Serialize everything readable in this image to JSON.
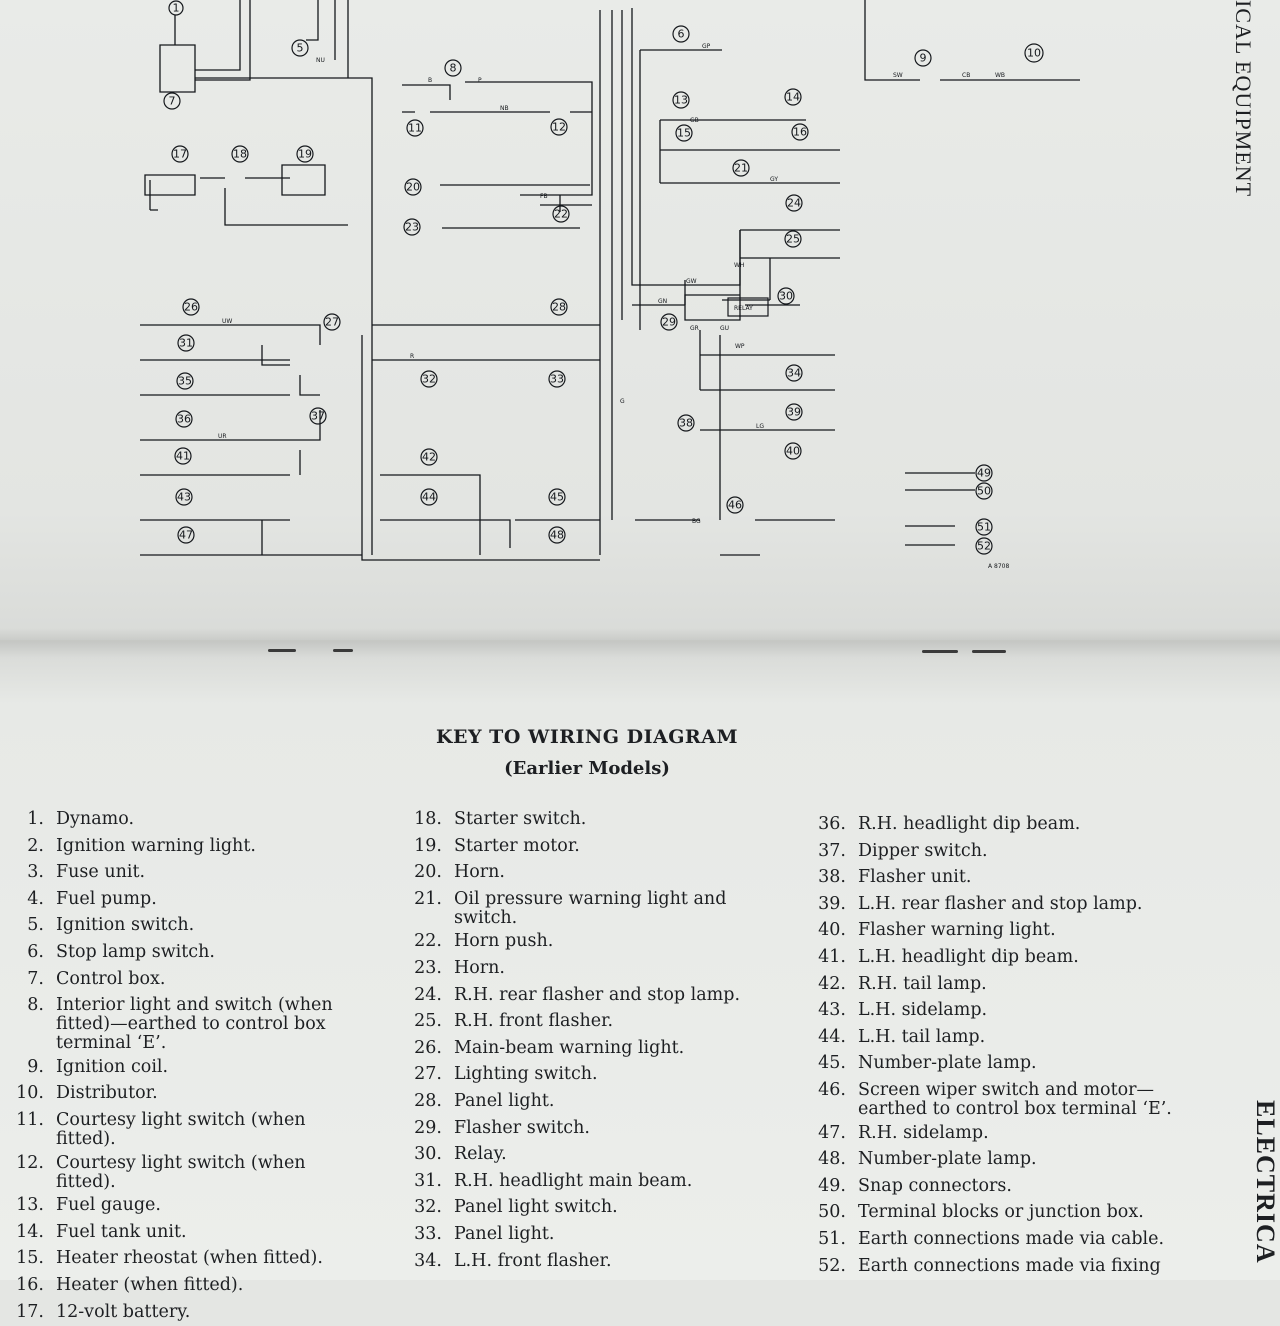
{
  "diagram": {
    "side_heading": "ICAL EQUIPMENT",
    "figure_code": "A 8708",
    "relay_label": "RELAY",
    "nodes": [
      "1",
      "5",
      "6",
      "7",
      "8",
      "9",
      "10",
      "11",
      "12",
      "13",
      "14",
      "15",
      "16",
      "17",
      "18",
      "19",
      "20",
      "21",
      "22",
      "23",
      "24",
      "25",
      "26",
      "27",
      "28",
      "29",
      "30",
      "31",
      "32",
      "33",
      "34",
      "35",
      "36",
      "37",
      "38",
      "39",
      "40",
      "41",
      "42",
      "43",
      "44",
      "45",
      "46",
      "47",
      "48",
      "49",
      "50",
      "51",
      "52"
    ],
    "wire_codes": [
      "B",
      "NU",
      "GP",
      "SW",
      "CB",
      "WB",
      "NB",
      "GB",
      "GY",
      "FB",
      "UW",
      "UR",
      "R",
      "GN",
      "GW",
      "LG",
      "WP",
      "WH",
      "GU",
      "GR",
      "BG",
      "G",
      "P"
    ]
  },
  "key": {
    "title": "KEY TO WIRING DIAGRAM",
    "subtitle": "(Earlier Models)",
    "side_heading": "ELECTRICA",
    "col1": [
      {
        "n": "1.",
        "t": "Dynamo."
      },
      {
        "n": "2.",
        "t": "Ignition warning light."
      },
      {
        "n": "3.",
        "t": "Fuse unit."
      },
      {
        "n": "4.",
        "t": "Fuel pump."
      },
      {
        "n": "5.",
        "t": "Ignition switch."
      },
      {
        "n": "6.",
        "t": "Stop lamp switch."
      },
      {
        "n": "7.",
        "t": "Control box."
      },
      {
        "n": "8.",
        "t": "Interior light and switch (when fitted)—earthed to control box terminal ‘E’."
      },
      {
        "n": "9.",
        "t": "Ignition coil."
      },
      {
        "n": "10.",
        "t": "Distributor."
      },
      {
        "n": "11.",
        "t": "Courtesy light switch (when fitted)."
      },
      {
        "n": "12.",
        "t": "Courtesy light switch (when fitted)."
      },
      {
        "n": "13.",
        "t": "Fuel gauge."
      },
      {
        "n": "14.",
        "t": "Fuel tank unit."
      },
      {
        "n": "15.",
        "t": "Heater rheostat (when fitted)."
      },
      {
        "n": "16.",
        "t": "Heater (when fitted)."
      },
      {
        "n": "17.",
        "t": "12-volt battery."
      }
    ],
    "col2": [
      {
        "n": "18.",
        "t": "Starter switch."
      },
      {
        "n": "19.",
        "t": "Starter motor."
      },
      {
        "n": "20.",
        "t": "Horn."
      },
      {
        "n": "21.",
        "t": "Oil pressure warning light and switch."
      },
      {
        "n": "22.",
        "t": "Horn push."
      },
      {
        "n": "23.",
        "t": "Horn."
      },
      {
        "n": "24.",
        "t": "R.H. rear flasher and stop lamp."
      },
      {
        "n": "25.",
        "t": "R.H. front flasher."
      },
      {
        "n": "26.",
        "t": "Main-beam warning light."
      },
      {
        "n": "27.",
        "t": "Lighting switch."
      },
      {
        "n": "28.",
        "t": "Panel light."
      },
      {
        "n": "29.",
        "t": "Flasher switch."
      },
      {
        "n": "30.",
        "t": "Relay."
      },
      {
        "n": "31.",
        "t": "R.H. headlight main beam."
      },
      {
        "n": "32.",
        "t": "Panel light switch."
      },
      {
        "n": "33.",
        "t": "Panel light."
      },
      {
        "n": "34.",
        "t": "L.H. front flasher."
      }
    ],
    "col3": [
      {
        "n": "36.",
        "t": "R.H. headlight dip beam."
      },
      {
        "n": "37.",
        "t": "Dipper switch."
      },
      {
        "n": "38.",
        "t": "Flasher unit."
      },
      {
        "n": "39.",
        "t": "L.H. rear flasher and stop lamp."
      },
      {
        "n": "40.",
        "t": "Flasher warning light."
      },
      {
        "n": "41.",
        "t": "L.H. headlight dip beam."
      },
      {
        "n": "42.",
        "t": "R.H. tail lamp."
      },
      {
        "n": "43.",
        "t": "L.H. sidelamp."
      },
      {
        "n": "44.",
        "t": "L.H. tail lamp."
      },
      {
        "n": "45.",
        "t": "Number-plate lamp."
      },
      {
        "n": "46.",
        "t": "Screen wiper switch and motor—earthed to control box terminal ‘E’."
      },
      {
        "n": "47.",
        "t": "R.H. sidelamp."
      },
      {
        "n": "48.",
        "t": "Number-plate lamp."
      },
      {
        "n": "49.",
        "t": "Snap connectors."
      },
      {
        "n": "50.",
        "t": "Terminal blocks or junction box."
      },
      {
        "n": "51.",
        "t": "Earth connections made via cable."
      },
      {
        "n": "52.",
        "t": "Earth connections made via fixing"
      }
    ]
  }
}
